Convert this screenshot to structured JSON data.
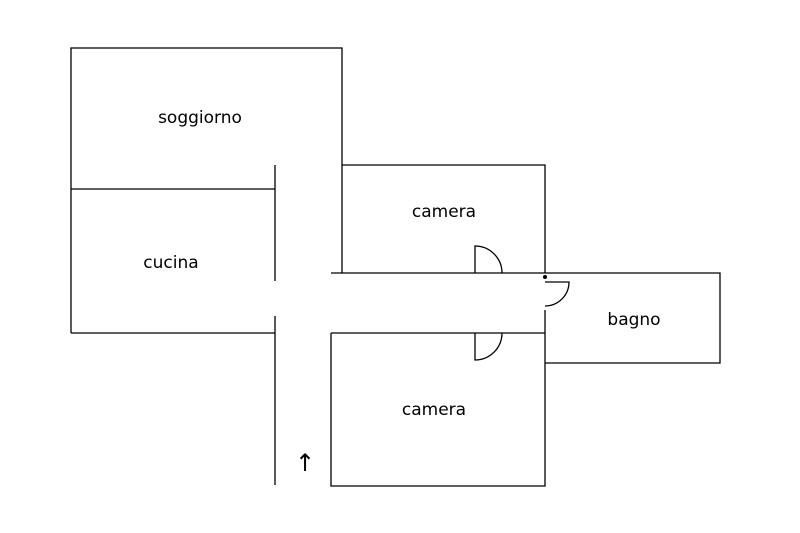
{
  "floor_plan": {
    "rooms": {
      "soggiorno": "soggiorno",
      "cucina": "cucina",
      "camera_top": "camera",
      "camera_bottom": "camera",
      "bagno": "bagno"
    },
    "entrance_arrow": "↑",
    "colors": {
      "background": "#ffffff",
      "line": "#000000"
    }
  }
}
